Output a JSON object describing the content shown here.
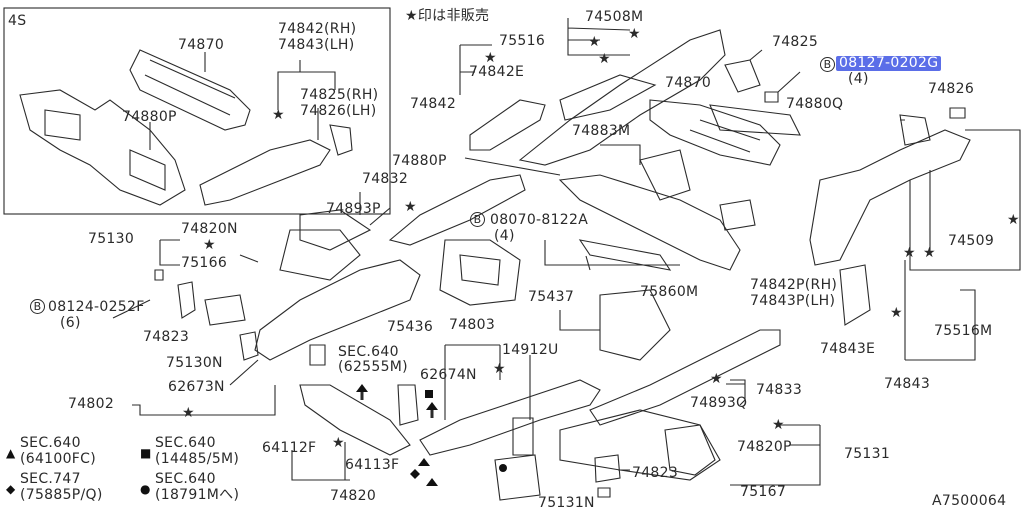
{
  "header": {
    "star_note": "★印は非販売",
    "figure_id": "A7500064"
  },
  "inset": {
    "title": "4S"
  },
  "labels": {
    "p74870_inset": "74870",
    "p74842_rh": "74842(RH)",
    "p74843_lh": "74843(LH)",
    "p74825_rh": "74825(RH)",
    "p74826_lh": "74826(LH)",
    "p74880p_inset": "74880P",
    "p74508m": "74508M",
    "p75516_top": "75516",
    "p74842e": "74842E",
    "p74842": "74842",
    "p74825": "74825",
    "p08127": "08127-0202G",
    "p08127_qty": "(4)",
    "p74870_main": "74870",
    "p74880q": "74880Q",
    "p74826": "74826",
    "p74883m": "74883M",
    "p74880p_main": "74880P",
    "p74832": "74832",
    "p74893p": "74893P",
    "p74820n": "74820N",
    "p75130": "75130",
    "p75166": "75166",
    "p08124": "08124-0252F",
    "p08124_qty": "(6)",
    "p74823_left": "74823",
    "p75130n": "75130N",
    "p62673n": "62673N",
    "p74802": "74802",
    "p08070": "08070-8122A",
    "p08070_qty": "(4)",
    "p74842p": "74842P(RH)",
    "p74843p": "74843P(LH)",
    "p75860m": "75860M",
    "p74509": "74509",
    "p75516m": "75516M",
    "p74843e": "74843E",
    "p74843": "74843",
    "p75437": "75437",
    "p75436": "75436",
    "p74803": "74803",
    "p14912u": "14912U",
    "p62674n": "62674N",
    "p74833": "74833",
    "p74893q": "74893Q",
    "sec640_62555m_a": "SEC.640",
    "sec640_62555m_b": "(62555M)",
    "p64112f": "64112F",
    "p64113f": "64113F",
    "p74820": "74820",
    "p74820p": "74820P",
    "p75131": "75131",
    "p74823_right": "74823",
    "p75167": "75167",
    "p75131n": "75131N"
  },
  "legend": [
    {
      "symbol": "triangle",
      "line1": "SEC.640",
      "line2": "(64100FC)"
    },
    {
      "symbol": "diamond",
      "line1": "SEC.747",
      "line2": "(75885P/Q)"
    },
    {
      "symbol": "square",
      "line1": "SEC.640",
      "line2": "(14485/5M)"
    },
    {
      "symbol": "circle",
      "line1": "SEC.640",
      "line2": "(18791Mへ)"
    }
  ],
  "bolt_marker": "B",
  "colors": {
    "highlight": "#5b6ee8",
    "ink": "#2b2b2b"
  }
}
